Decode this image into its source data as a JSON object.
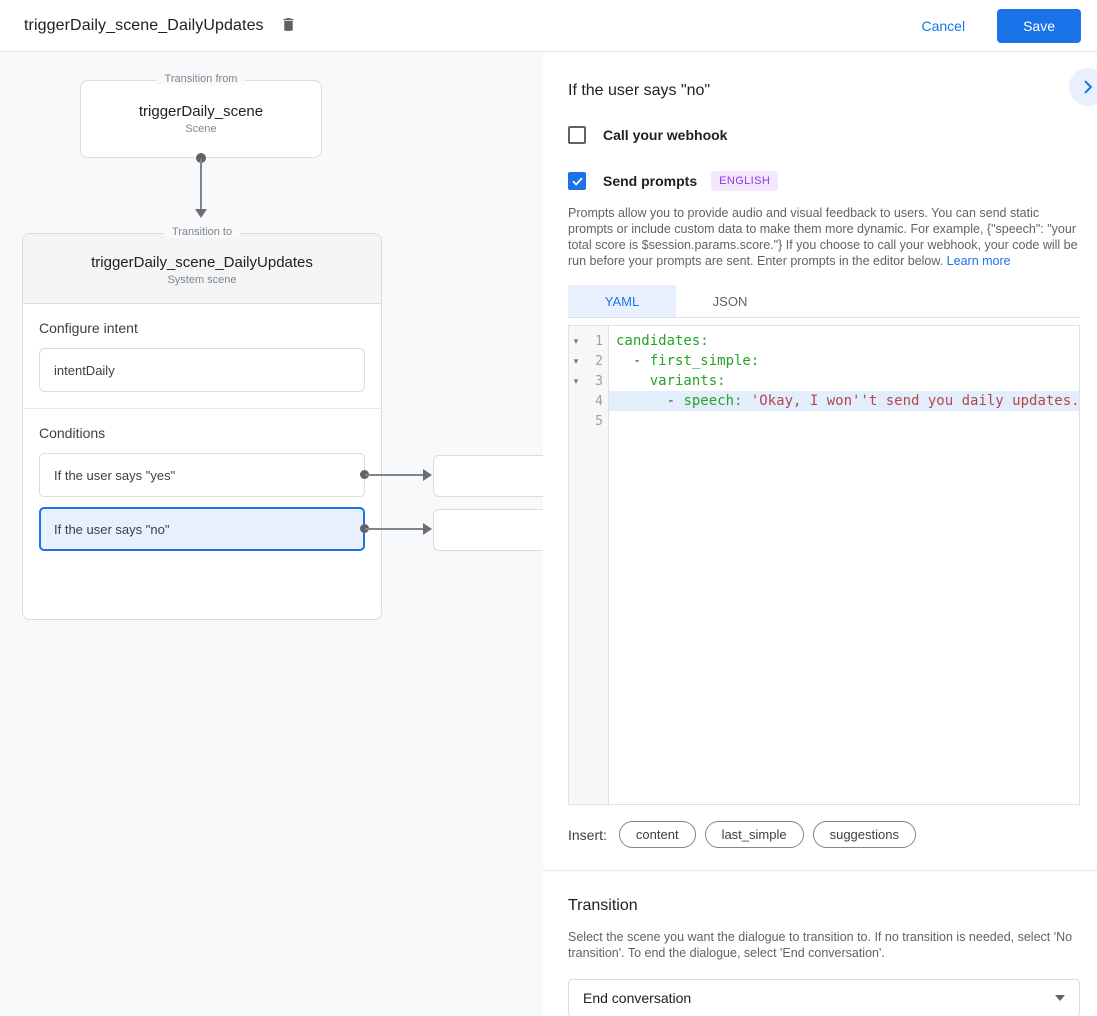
{
  "header": {
    "title": "triggerDaily_scene_DailyUpdates",
    "cancel_label": "Cancel",
    "save_label": "Save"
  },
  "canvas": {
    "from_box": {
      "label": "Transition from",
      "title": "triggerDaily_scene",
      "subtitle": "Scene"
    },
    "to_box": {
      "label": "Transition to",
      "title": "triggerDaily_scene_DailyUpdates",
      "subtitle": "System scene"
    },
    "configure_intent": {
      "heading": "Configure intent",
      "value": "intentDaily"
    },
    "conditions": {
      "heading": "Conditions",
      "items": [
        {
          "label": "If the user says \"yes\"",
          "selected": false
        },
        {
          "label": "If the user says \"no\"",
          "selected": true
        }
      ]
    }
  },
  "panel": {
    "title": "If the user says \"no\"",
    "webhook_checkbox": {
      "label": "Call your webhook",
      "checked": false
    },
    "prompts_checkbox": {
      "label": "Send prompts",
      "checked": true,
      "badge": "ENGLISH"
    },
    "description": "Prompts allow you to provide audio and visual feedback to users. You can send static prompts or include custom data to make them more dynamic. For example, {\"speech\": \"your total score is $session.params.score.\"} If you choose to call your webhook, your code will be run before your prompts are sent. Enter prompts in the editor below. ",
    "learn_more": "Learn more",
    "tabs": [
      {
        "label": "YAML",
        "active": true
      },
      {
        "label": "JSON",
        "active": false
      }
    ],
    "editor": {
      "lines": [
        {
          "num": 1,
          "fold": true,
          "active": false,
          "segments": [
            {
              "cls": "key",
              "text": "candidates:"
            }
          ]
        },
        {
          "num": 2,
          "fold": true,
          "active": false,
          "segments": [
            {
              "cls": "plain",
              "text": "  - "
            },
            {
              "cls": "key",
              "text": "first_simple:"
            }
          ]
        },
        {
          "num": 3,
          "fold": true,
          "active": false,
          "segments": [
            {
              "cls": "plain",
              "text": "    "
            },
            {
              "cls": "key",
              "text": "variants:"
            }
          ]
        },
        {
          "num": 4,
          "fold": false,
          "active": true,
          "segments": [
            {
              "cls": "plain",
              "text": "      - "
            },
            {
              "cls": "key",
              "text": "speech: "
            },
            {
              "cls": "string",
              "text": "'Okay, I won''t send you daily updates.'"
            }
          ]
        },
        {
          "num": 5,
          "fold": false,
          "active": false,
          "segments": []
        }
      ]
    },
    "insert": {
      "label": "Insert:",
      "chips": [
        "content",
        "last_simple",
        "suggestions"
      ]
    },
    "transition": {
      "heading": "Transition",
      "description": "Select the scene you want the dialogue to transition to. If no transition is needed, select 'No transition'. To end the dialogue, select 'End conversation'.",
      "dropdown_value": "End conversation"
    }
  },
  "colors": {
    "accent_blue": "#1a73e8",
    "selection_bg": "#e8f0fe",
    "canvas_bg": "#f8f9fa",
    "border_gray": "#dadce0",
    "badge_bg": "#f3e8fd",
    "badge_text": "#9334e6",
    "code_key_green": "#27a327",
    "code_string_red": "#b5464b",
    "active_line_bg": "#e3eefc"
  }
}
